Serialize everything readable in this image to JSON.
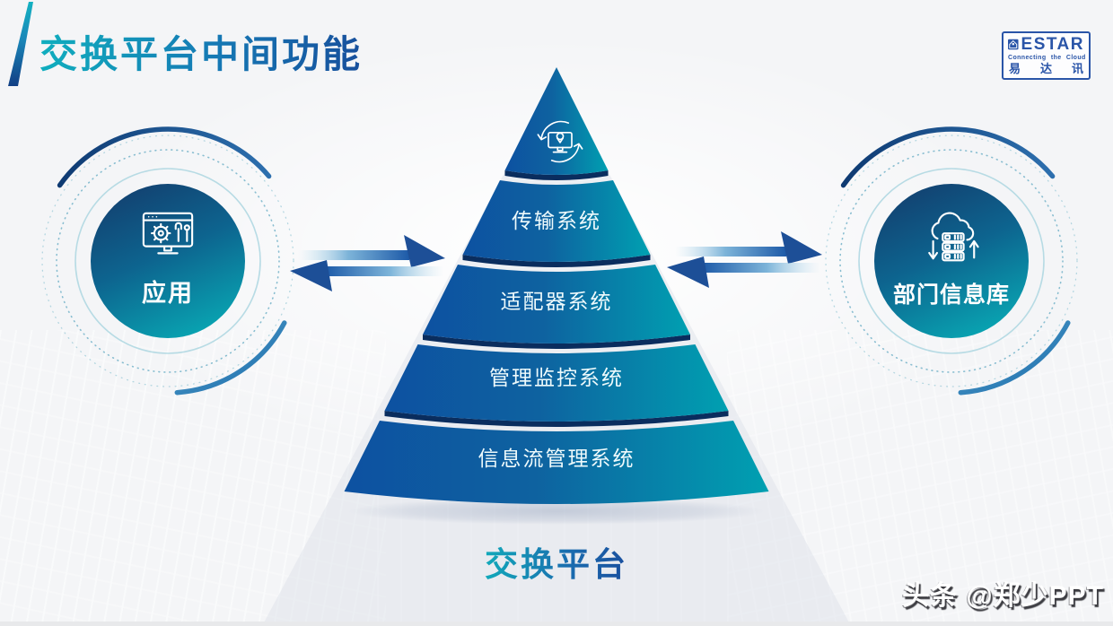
{
  "slide": {
    "title": "交换平台中间功能",
    "bottom_title": "交换平台",
    "watermark": "头条 @郑少PPT"
  },
  "logo": {
    "brand": "ESTAR",
    "tagline": "Connecting  the  Cloud",
    "cn": "易达讯"
  },
  "nodes": {
    "left": {
      "label": "应用",
      "icon": "app-settings-monitor-icon"
    },
    "right": {
      "label": "部门信息库",
      "icon": "cloud-database-sync-icon"
    }
  },
  "pyramid": {
    "apex_icon": "sync-monitor-location-icon",
    "levels": [
      {
        "label": "传输系统"
      },
      {
        "label": "适配器系统"
      },
      {
        "label": "管理监控系统"
      },
      {
        "label": "信息流管理系统"
      }
    ]
  },
  "colors": {
    "accent_teal": "#00a1b2",
    "accent_blue": "#0d52a2",
    "dark_navy": "#0a2d5e",
    "logo_blue": "#2a55a8"
  }
}
